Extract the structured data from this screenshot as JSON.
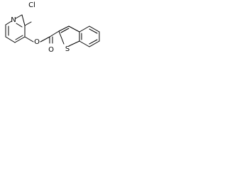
{
  "molecule": {
    "atoms": {
      "chlorine": "Cl",
      "pyridine_nitrogen": "N",
      "ester_oxygen": "O",
      "carbonyl_oxygen": "O",
      "thiophene_sulfur": "S"
    },
    "colors": {
      "bond": "#000000",
      "label": "#000000",
      "background": "#ffffff"
    }
  }
}
